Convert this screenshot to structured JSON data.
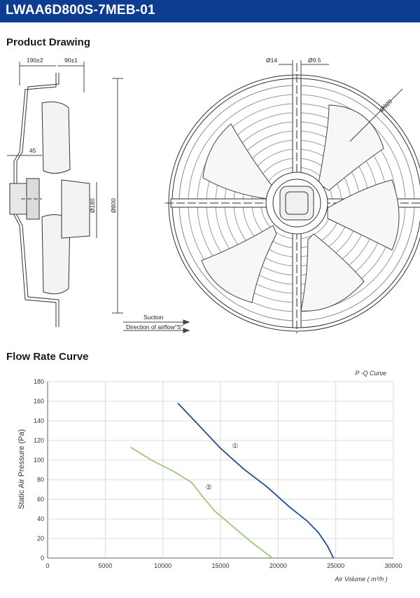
{
  "header": {
    "model": "LWAA6D800S-7MEB-01"
  },
  "drawing": {
    "section_title": "Product Drawing",
    "dim_190": "190±2",
    "dim_90": "90±1",
    "dim_45": "45",
    "dim_180": "Ø180",
    "dim_800": "Ø800",
    "dim_14": "Ø14",
    "dim_9_5": "Ø9.5",
    "dim_920": "Ø920",
    "suction_label": "Suction",
    "airflow_label": "Direction of airflow\"S\""
  },
  "curve": {
    "section_title": "Flow Rate Curve",
    "legend_label": "P -Q Curve"
  },
  "chart_data": {
    "type": "line",
    "title": "P -Q Curve",
    "xlabel": "Air Volume ( m³/h )",
    "ylabel": "Static Air Pressure  (Pa)",
    "xlim": [
      0,
      30000
    ],
    "ylim": [
      0,
      180
    ],
    "xticks": [
      0,
      5000,
      10000,
      15000,
      20000,
      25000,
      30000
    ],
    "yticks": [
      0,
      20,
      40,
      60,
      80,
      100,
      120,
      140,
      160,
      180
    ],
    "grid": true,
    "series": [
      {
        "name": "①",
        "color": "#1f4e8c",
        "x": [
          11300,
          13000,
          15000,
          17000,
          19000,
          21000,
          22500,
          23500,
          24300,
          24800
        ],
        "y": [
          158,
          137,
          112,
          91,
          73,
          52,
          38,
          26,
          12,
          0
        ]
      },
      {
        "name": "②",
        "color": "#9cc87a",
        "x": [
          7200,
          9000,
          11000,
          12500,
          13500,
          14500,
          16000,
          17500,
          19500
        ],
        "y": [
          113,
          100,
          88,
          77,
          62,
          48,
          33,
          18,
          0
        ]
      }
    ]
  }
}
